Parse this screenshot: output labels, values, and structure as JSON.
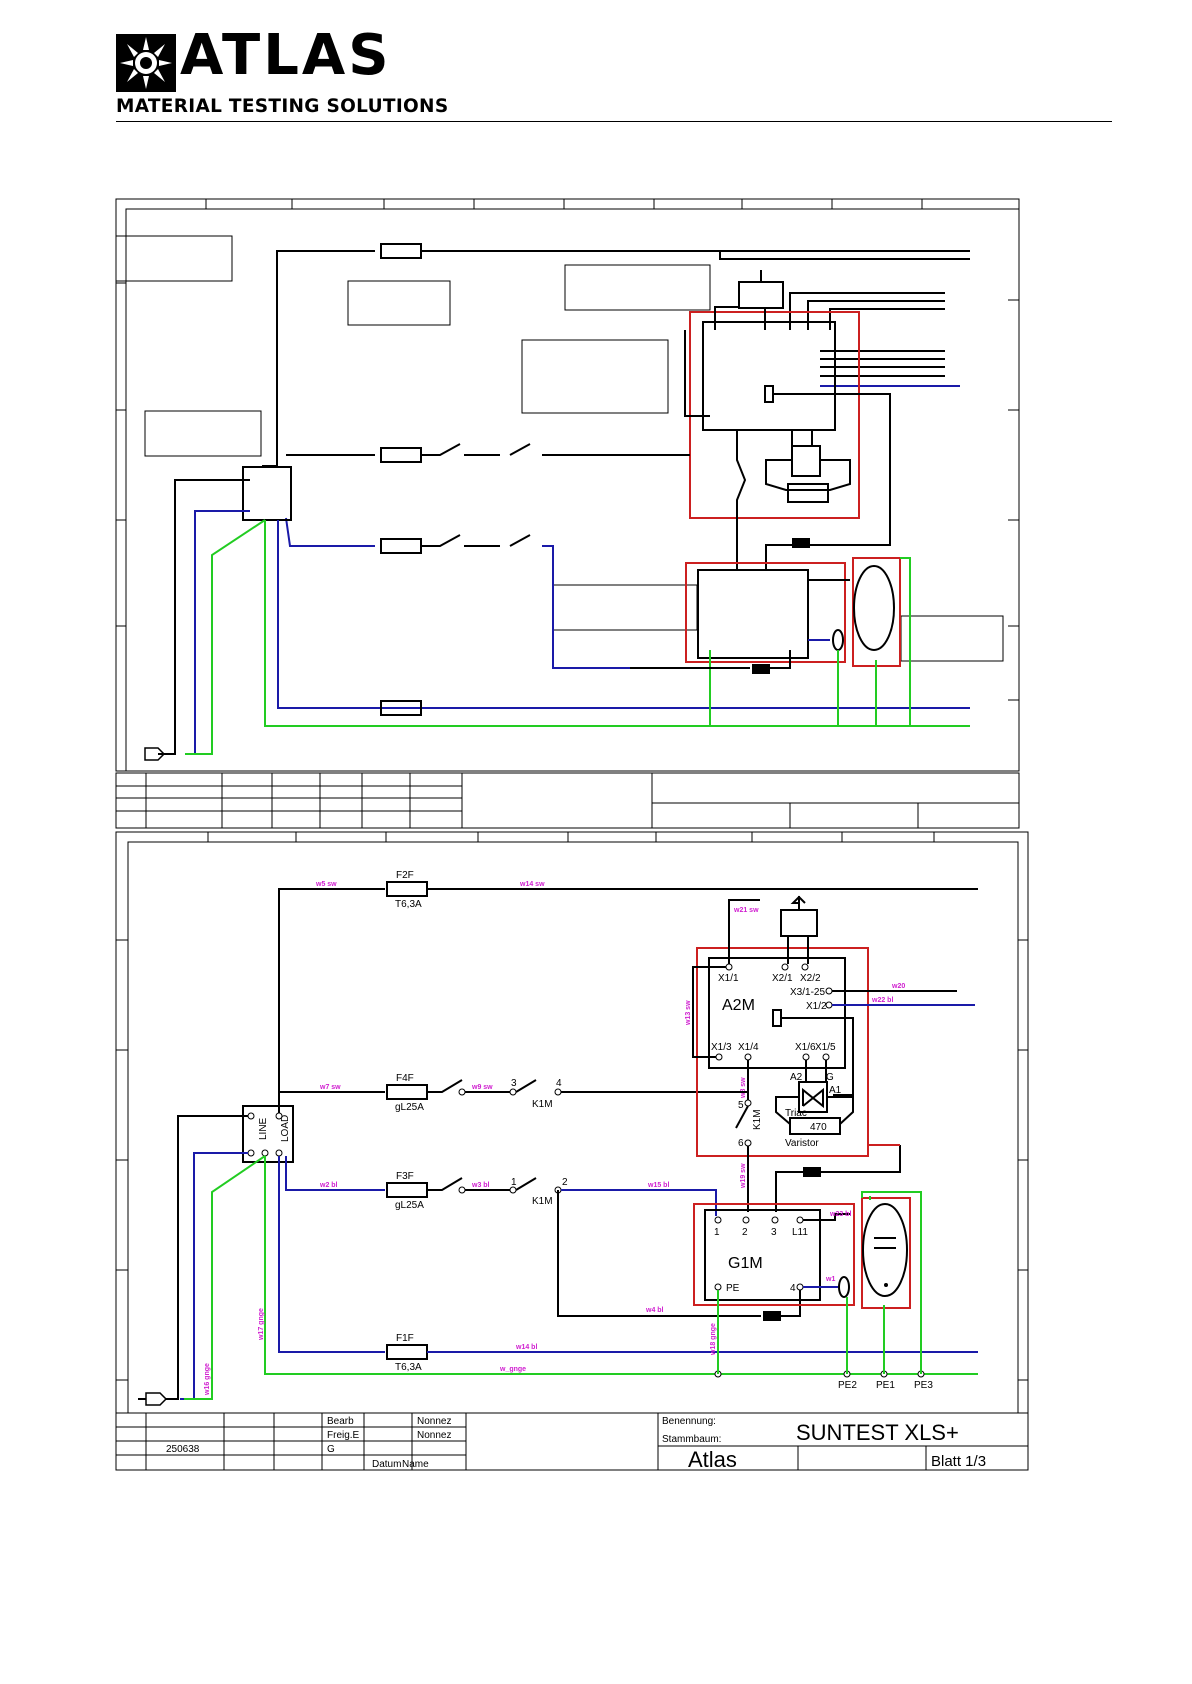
{
  "header": {
    "brand_name": "ATLAS",
    "tagline": "MATERIAL TESTING SOLUTIONS"
  },
  "colors": {
    "live_wire": "#000000",
    "neutral_wire": "#1a1aa8",
    "earth_wire": "#22cc22",
    "module_outline": "#cc2020",
    "wire_labels": "#d020d0"
  },
  "icons": [
    "sun-logo-icon",
    "fuse-icon",
    "switch-contact-icon",
    "thyristor-icon",
    "connector-icon",
    "capacitor-icon",
    "ferrite-choke-icon"
  ],
  "schematic": {
    "fuses": [
      {
        "ref": "F2F",
        "rating": "T6,3A"
      },
      {
        "ref": "F4F",
        "rating": "gL25A"
      },
      {
        "ref": "F3F",
        "rating": "gL25A"
      },
      {
        "ref": "F1F",
        "rating": "T6,3A"
      }
    ],
    "filter_block": {
      "left": "LINE",
      "right": "LOAD"
    },
    "contactor": {
      "ref": "K1M",
      "pins_top": [
        "3",
        "4"
      ],
      "pins_bottom": [
        "1",
        "2"
      ],
      "aux": "5",
      "aux2": "6"
    },
    "module_a2m": {
      "ref": "A2M",
      "pins_top": [
        "X1/1",
        "X2/1",
        "X2/2"
      ],
      "pins_right": [
        "X3/1-25",
        "X1/2"
      ],
      "pins_bottom": [
        "X1/3",
        "X1/4",
        "X1/6",
        "X1/5"
      ],
      "triac_pins": [
        "A2",
        "G",
        "A1"
      ],
      "varistor_value": "470",
      "varistor_label": "Varistor",
      "triac_label": "Triac"
    },
    "module_g1m": {
      "ref": "G1M",
      "pins_top": [
        "1",
        "2",
        "3",
        "L11"
      ],
      "pins_bottom": [
        "PE",
        "4"
      ]
    },
    "pe_terminals": [
      "PE2",
      "PE1",
      "PE3"
    ],
    "wire_labels": {
      "w5sw": "w5 sw",
      "w14sw": "w14 sw",
      "w13sw": "w13 sw",
      "w7sw": "w7 sw",
      "w9sw": "w9 sw",
      "w2bl": "w2 bl",
      "w3bl": "w3 bl",
      "w15bl": "w15 bl",
      "w4bl": "w4 bl",
      "w14bl": "w14 bl",
      "w16gnge": "w16 gnge",
      "w17gnge": "w17 gnge",
      "w23bl": "w23 bl",
      "w18gnge": "w18 gnge",
      "w20": "w20",
      "w22bl": "w22 bl",
      "w8sw": "w8 sw",
      "w19sw": "w19 sw",
      "w21sw": "w21 sw",
      "w_gnge": "w_gnge",
      "w1": "w1"
    },
    "title_block": {
      "row1": [
        "Bearb",
        "Nonnez"
      ],
      "row2": [
        "Freig.E",
        "Nonnez"
      ],
      "row3": [
        "G"
      ],
      "row4": [
        "Datum",
        "Name"
      ],
      "date": "250638",
      "benennung_label": "Benennung:",
      "project": "SUNTEST XLS+",
      "stamm_label": "Stammbaum:",
      "company": "Atlas",
      "sheet": "Blatt 1/3"
    }
  }
}
